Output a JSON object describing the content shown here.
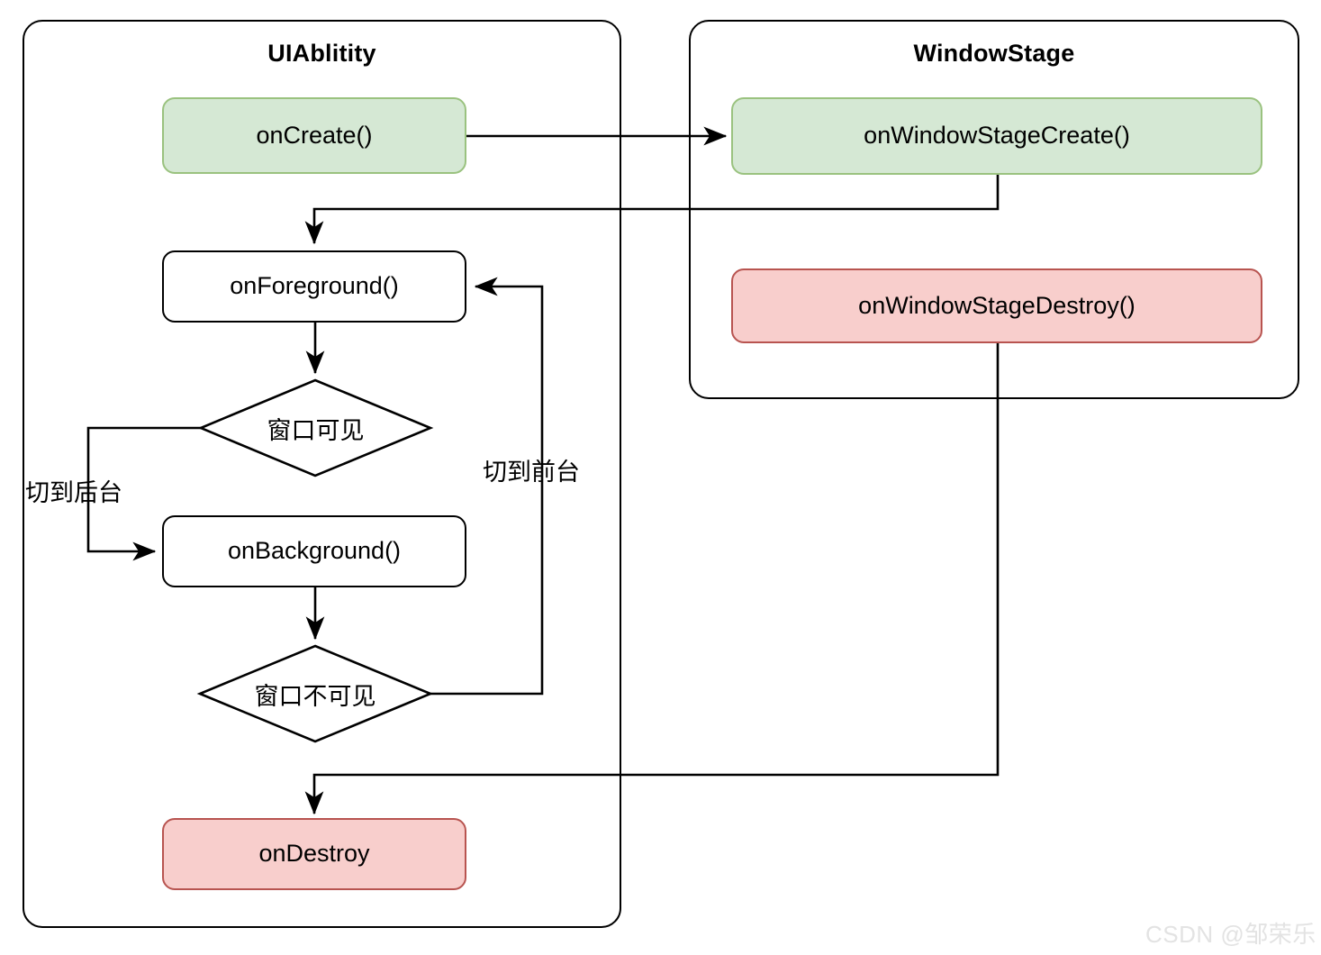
{
  "diagram": {
    "type": "flowchart",
    "title_visible": false,
    "colors": {
      "green_fill": "#d5e8d4",
      "green_stroke": "#9ac27f",
      "red_fill": "#f8cecc",
      "red_stroke": "#b85450",
      "plain_fill": "#ffffff",
      "stroke": "#000000",
      "watermark": "#e3e3e3"
    },
    "containers": [
      {
        "id": "uiability",
        "title": "UIAblitity"
      },
      {
        "id": "windowstage",
        "title": "WindowStage"
      }
    ],
    "nodes": [
      {
        "id": "on-create",
        "label": "onCreate()",
        "shape": "rounded-rect",
        "style": "green",
        "container": "uiability"
      },
      {
        "id": "on-foreground",
        "label": "onForeground()",
        "shape": "rounded-rect",
        "style": "plain",
        "container": "uiability"
      },
      {
        "id": "window-visible",
        "label": "窗口可见",
        "shape": "diamond",
        "style": "plain",
        "container": "uiability"
      },
      {
        "id": "on-background",
        "label": "onBackground()",
        "shape": "rounded-rect",
        "style": "plain",
        "container": "uiability"
      },
      {
        "id": "window-invisible",
        "label": "窗口不可见",
        "shape": "diamond",
        "style": "plain",
        "container": "uiability"
      },
      {
        "id": "on-destroy",
        "label": "onDestroy",
        "shape": "rounded-rect",
        "style": "red",
        "container": "uiability"
      },
      {
        "id": "on-window-stage-create",
        "label": "onWindowStageCreate()",
        "shape": "rounded-rect",
        "style": "green",
        "container": "windowstage"
      },
      {
        "id": "on-window-stage-destroy",
        "label": "onWindowStageDestroy()",
        "shape": "rounded-rect",
        "style": "red",
        "container": "windowstage"
      }
    ],
    "edge_labels": [
      {
        "id": "to-background",
        "label": "切到后台"
      },
      {
        "id": "to-foreground",
        "label": "切到前台"
      }
    ],
    "edges": [
      {
        "from": "on-create",
        "to": "on-window-stage-create",
        "label": ""
      },
      {
        "from": "on-window-stage-create",
        "to": "on-foreground",
        "label": ""
      },
      {
        "from": "on-foreground",
        "to": "window-visible",
        "label": ""
      },
      {
        "from": "window-visible",
        "to": "on-background",
        "label": "切到后台"
      },
      {
        "from": "on-background",
        "to": "window-invisible",
        "label": ""
      },
      {
        "from": "window-invisible",
        "to": "on-foreground",
        "label": "切到前台"
      },
      {
        "from": "on-window-stage-destroy",
        "to": "on-destroy",
        "label": ""
      }
    ]
  },
  "watermark": {
    "text": "CSDN @邹荣乐"
  }
}
